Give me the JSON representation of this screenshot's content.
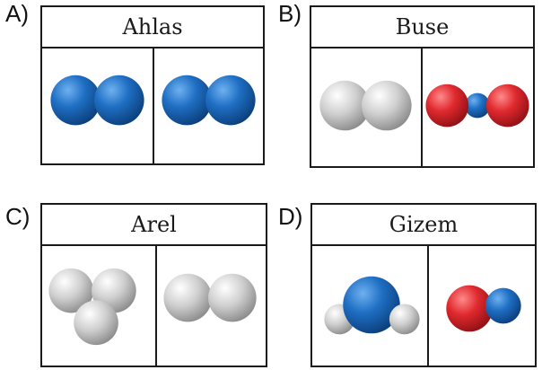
{
  "options": [
    {
      "letter": "A)",
      "name": "Ahlas",
      "boxes": [
        [
          {
            "color": "blue",
            "r": 1
          },
          {
            "color": "blue",
            "r": 1
          }
        ],
        [
          {
            "color": "blue",
            "r": 1
          },
          {
            "color": "blue",
            "r": 1
          }
        ]
      ]
    },
    {
      "letter": "B)",
      "name": "Buse",
      "boxes": [
        [
          {
            "color": "gray",
            "r": 1
          },
          {
            "color": "gray",
            "r": 1
          }
        ],
        [
          {
            "color": "red",
            "r": 1
          },
          {
            "color": "blue",
            "r": 0.45
          },
          {
            "color": "red",
            "r": 1
          }
        ]
      ]
    },
    {
      "letter": "C)",
      "name": "Arel",
      "boxes": [
        [
          {
            "color": "gray",
            "r": 1
          },
          {
            "color": "gray",
            "r": 1
          },
          {
            "color": "gray",
            "r": 1
          }
        ],
        [
          {
            "color": "gray",
            "r": 1
          },
          {
            "color": "gray",
            "r": 1
          }
        ]
      ]
    },
    {
      "letter": "D)",
      "name": "Gizem",
      "boxes": [
        [
          {
            "color": "gray",
            "r": 0.55
          },
          {
            "color": "blue",
            "r": 1
          },
          {
            "color": "gray",
            "r": 0.55
          }
        ],
        [
          {
            "color": "red",
            "r": 1
          },
          {
            "color": "blue",
            "r": 0.8
          }
        ]
      ]
    }
  ],
  "colors": {
    "blue": "#1f6fc4",
    "red": "#e02a2f",
    "gray": "#c8c8c8",
    "border": "#1a1a1a"
  }
}
